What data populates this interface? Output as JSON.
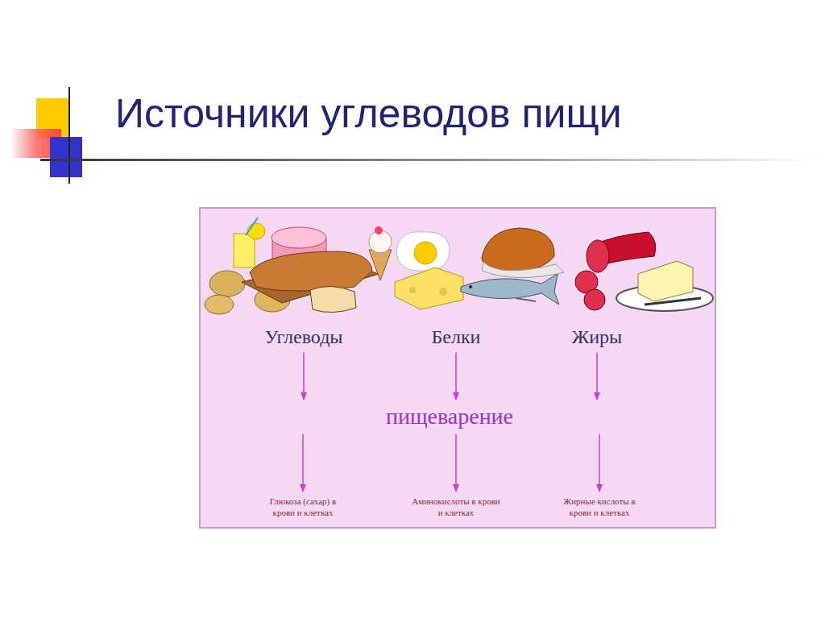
{
  "diagram": {
    "title": "Источники углеводов пищи",
    "nodes": [
      {
        "text": [
          "Углеводы"
        ]
      },
      {
        "text": [
          "Белки"
        ]
      },
      {
        "text": [
          "Жиры"
        ]
      },
      {
        "text": [
          "пищеварение"
        ]
      },
      {
        "text": [
          "Глюкоза (сахар) в крови и клетках"
        ]
      },
      {
        "text": [
          "Аминокислоты в крови и клетках"
        ]
      },
      {
        "text": [
          "Жирные кислоты в крови и клетках"
        ]
      }
    ],
    "edges": [
      {
        "from": 0,
        "to": 3,
        "arrow": "to"
      },
      {
        "from": 1,
        "to": 3,
        "arrow": "to"
      },
      {
        "from": 2,
        "to": 3,
        "arrow": "to"
      },
      {
        "from": 3,
        "to": 4,
        "arrow": "to"
      },
      {
        "from": 3,
        "to": 5,
        "arrow": "to"
      },
      {
        "from": 3,
        "to": 6,
        "arrow": "to"
      }
    ]
  }
}
